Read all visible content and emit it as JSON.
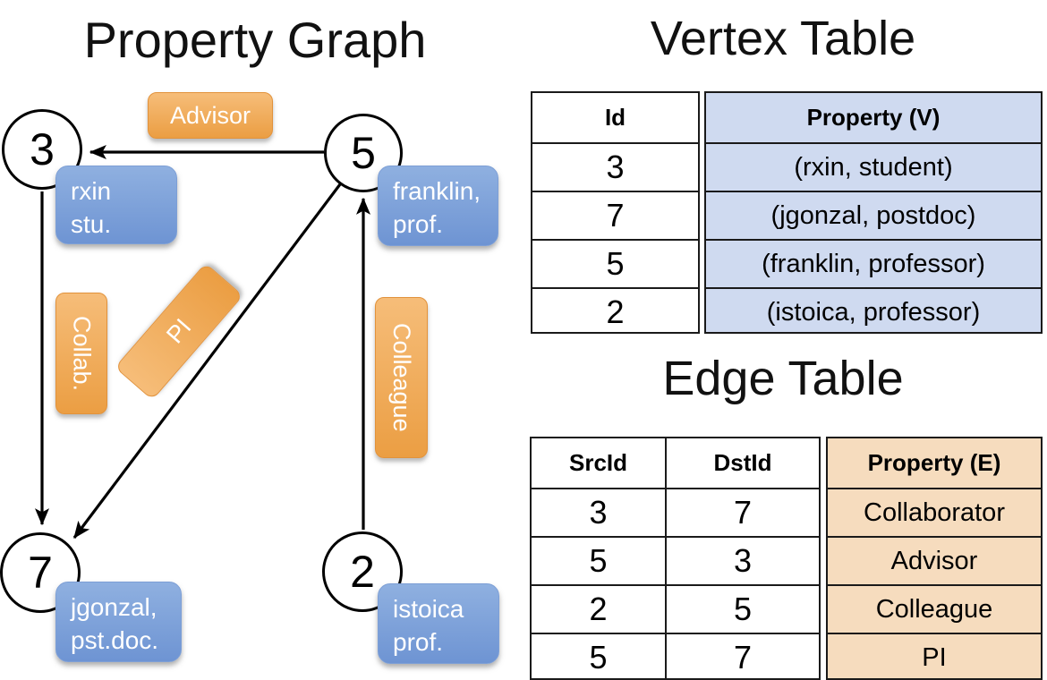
{
  "titles": {
    "graph": "Property Graph",
    "vertex_table": "Vertex Table",
    "edge_table": "Edge Table"
  },
  "graph": {
    "nodes": [
      {
        "id": "3",
        "line1": "rxin",
        "line2": "stu."
      },
      {
        "id": "5",
        "line1": "franklin,",
        "line2": "prof."
      },
      {
        "id": "7",
        "line1": "jgonzal,",
        "line2": "pst.doc."
      },
      {
        "id": "2",
        "line1": "istoica",
        "line2": "prof."
      }
    ],
    "edge_labels": [
      {
        "label": "Advisor"
      },
      {
        "label": "Collab."
      },
      {
        "label": "PI"
      },
      {
        "label": "Colleague"
      }
    ]
  },
  "vertex_table": {
    "headers": {
      "id": "Id",
      "property": "Property (V)"
    },
    "rows": [
      {
        "id": "3",
        "property": "(rxin, student)"
      },
      {
        "id": "7",
        "property": "(jgonzal, postdoc)"
      },
      {
        "id": "5",
        "property": "(franklin, professor)"
      },
      {
        "id": "2",
        "property": "(istoica, professor)"
      }
    ]
  },
  "edge_table": {
    "headers": {
      "src": "SrcId",
      "dst": "DstId",
      "property": "Property (E)"
    },
    "rows": [
      {
        "src": "3",
        "dst": "7",
        "property": "Collaborator"
      },
      {
        "src": "5",
        "dst": "3",
        "property": "Advisor"
      },
      {
        "src": "2",
        "dst": "5",
        "property": "Colleague"
      },
      {
        "src": "5",
        "dst": "7",
        "property": "PI"
      }
    ]
  },
  "colors": {
    "edge_label_orange": "#f0a952",
    "vertex_label_blue": "#7fa3d9",
    "vertex_property_cell": "#cfdaf0",
    "edge_property_cell": "#f6dcbe",
    "line_black": "#000000"
  }
}
